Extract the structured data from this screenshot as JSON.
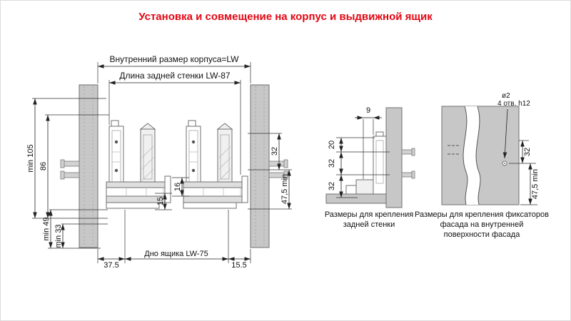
{
  "title": "Установка и совмещение на корпус и выдвижной ящик",
  "colors": {
    "accent": "#e30613",
    "panel_gray": "#c7c7c7"
  },
  "main": {
    "dim_inner_width": "Внутренний размер корпуса=LW",
    "dim_back_length": "Длина задней стенки LW-87",
    "dim_min105": "min 105",
    "dim_86": "86",
    "dim_min49": "min 49",
    "dim_min33": "min 33",
    "dim_32": "32",
    "dim_475": "47,5 min",
    "dim_16": "16",
    "dim_15": "15",
    "dim_375": "37.5",
    "dim_bottom_label": "Дно ящика LW-75",
    "dim_155": "15.5"
  },
  "back_wall": {
    "dim_9": "9",
    "dim_20": "20",
    "dim_32a": "32",
    "dim_32b": "32",
    "caption_line1": "Размеры для крепления",
    "caption_line2": "задней стенки"
  },
  "facade": {
    "hole_diameter": "ø2",
    "hole_note": "4 отв. h12",
    "dim_32": "32",
    "dim_475": "47,5 min",
    "caption_line1": "Размеры для крепления фиксаторов",
    "caption_line2": "фасада на внутренней",
    "caption_line3": "поверхности фасада"
  }
}
